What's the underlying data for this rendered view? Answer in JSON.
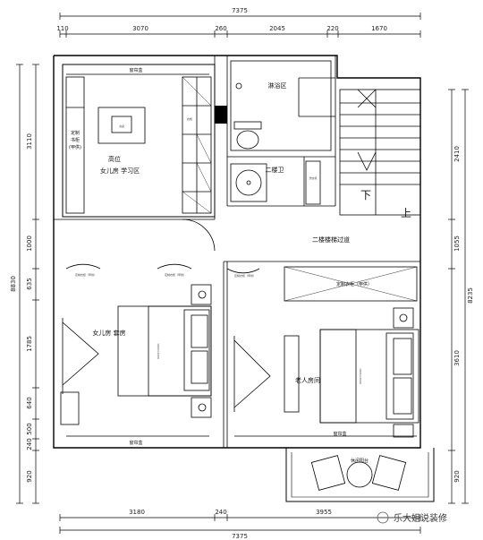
{
  "dimensions": {
    "top_total": "7375",
    "top_segments": [
      "110",
      "3070",
      "260",
      "2045",
      "220",
      "1670"
    ],
    "bottom_segments": [
      "3180",
      "240",
      "3955"
    ],
    "bottom_total": "7375",
    "left_total": "8830",
    "left_segments": [
      "3110",
      "1000",
      "635",
      "1785",
      "640",
      "500",
      "240",
      "920"
    ],
    "right_segments": [
      "2410",
      "1055",
      "3610",
      "920"
    ],
    "right_total": "8235"
  },
  "rooms": {
    "curtain_box": "窗帘盒",
    "bath_area": "淋浴区",
    "study_high": "高位",
    "study_name": "女儿房 学习区",
    "custom_bookcase_1": "定制",
    "custom_bookcase_2": "书柜",
    "custom_bookcase_3": "(甲供)",
    "bathroom2": "二楼卫",
    "stairs_down": "下",
    "stairs_up": "上",
    "corridor": "二楼楼梯过道",
    "wardrobe": "定制衣柜（甲供）",
    "daughter_room": "女儿房 套房",
    "elder_room": "老人房间",
    "balcony": "休闲阳台"
  },
  "small_text": {
    "bed_size": "1800×2000",
    "door_note": "定制衣柜（甲供）",
    "desk_note": "书桌",
    "cabinet_note": "衣柜",
    "washer": "洗衣机"
  },
  "watermark": "乐大姐说装修"
}
